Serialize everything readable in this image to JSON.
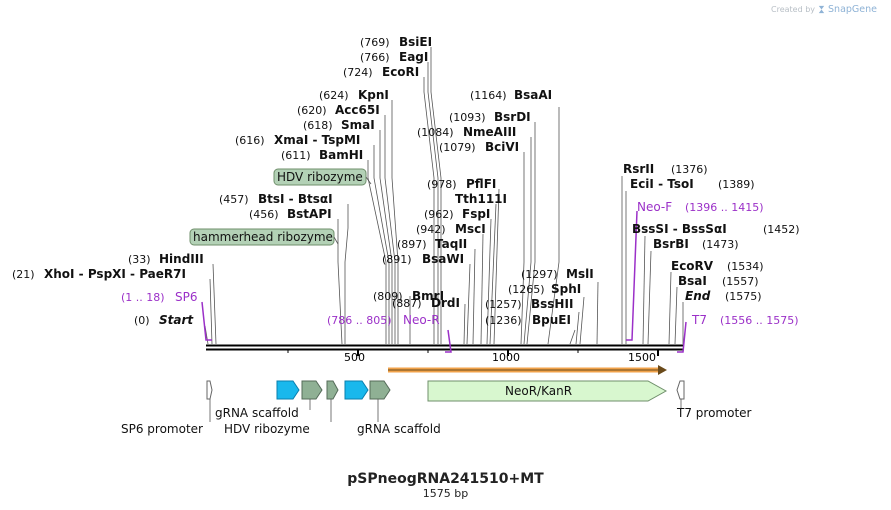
{
  "brand": {
    "prefix": "Created by",
    "name": "SnapGene"
  },
  "plasmid": {
    "name": "pSPneogRNA241510+MT",
    "length_label": "1575 bp"
  },
  "ruler": {
    "ticks": [
      {
        "value": 500,
        "label": "500"
      },
      {
        "value": 1000,
        "label": "1000"
      },
      {
        "value": 1500,
        "label": "1500"
      }
    ]
  },
  "sites": [
    {
      "pos": "(769)",
      "text": "BsiEI",
      "row": 0
    },
    {
      "pos": "(766)",
      "text": "EagI",
      "row": 1
    },
    {
      "pos": "(724)",
      "text": "EcoRI",
      "row": 2
    },
    {
      "pos": "(624)",
      "text": "KpnI",
      "row": 3
    },
    {
      "pos": "(620)",
      "text": "Acc65I",
      "row": 4
    },
    {
      "pos": "(618)",
      "text": "SmaI",
      "row": 5
    },
    {
      "pos": "(616)",
      "text": "XmaI   - TspMI",
      "row": 6
    },
    {
      "pos": "(611)",
      "text": "BamHI",
      "row": 7
    },
    {
      "pos": "(457)",
      "text": "BtsI  - BtsαI",
      "row": 9
    },
    {
      "pos": "(456)",
      "text": "BstAPI",
      "row": 10
    },
    {
      "pos": "(33)",
      "text": "HindIII",
      "row": 12
    },
    {
      "pos": "(21)",
      "text": "XhoI   - PspXI   - PaeR7I",
      "row": 13
    },
    {
      "pos": "(0)",
      "text": "Start",
      "row": 15,
      "italic": true
    },
    {
      "pos": "(809)",
      "text": "BmrI",
      "row": 15
    },
    {
      "pos": "(887)",
      "text": "DrdI",
      "row": 14
    },
    {
      "pos": "(891)",
      "text": "BsaWI",
      "row": 13
    },
    {
      "pos": "(897)",
      "text": "TaqII",
      "row": 12
    },
    {
      "pos": "(942)",
      "text": "MscI",
      "row": 11
    },
    {
      "pos": "(962)",
      "text": "FspI",
      "row": 10
    },
    {
      "pos": "",
      "text": "Tth111I",
      "row": 9
    },
    {
      "pos": "(978)",
      "text": "PflFI",
      "row": 8
    },
    {
      "pos": "(1079)",
      "text": "BciVI",
      "row": 6
    },
    {
      "pos": "(1084)",
      "text": "NmeAIII",
      "row": 5
    },
    {
      "pos": "(1093)",
      "text": "BsrDI",
      "row": 4
    },
    {
      "pos": "(1164)",
      "text": "BsaAI",
      "row": 3
    },
    {
      "pos": "(1236)",
      "text": "BpuEI",
      "row": 16
    },
    {
      "pos": "(1257)",
      "text": "BssHII",
      "row": 15
    },
    {
      "pos": "(1265)",
      "text": "SphI",
      "row": 14
    },
    {
      "pos": "(1297)",
      "text": "MslI",
      "row": 13
    },
    {
      "pos": "(1376)",
      "text": "RsrII",
      "row": 8
    },
    {
      "pos": "(1389)",
      "text": "EciI   - TsoI",
      "row": 9
    },
    {
      "pos": "(1452)",
      "text": "BssSI   - BssSαI",
      "row": 11
    },
    {
      "pos": "(1473)",
      "text": "BsrBI",
      "row": 12
    },
    {
      "pos": "(1534)",
      "text": "EcoRV",
      "row": 13
    },
    {
      "pos": "(1557)",
      "text": "BsaI",
      "row": 14
    },
    {
      "pos": "(1575)",
      "text": "End",
      "row": 15,
      "italic": true
    }
  ],
  "primer_labels": [
    {
      "name": "SP6",
      "range": "(1 .. 18)"
    },
    {
      "name": "Neo-R",
      "range": "(786 .. 805)"
    },
    {
      "name": "Neo-F",
      "range": "(1396 .. 1415)"
    },
    {
      "name": "T7",
      "range": "(1556 .. 1575)"
    }
  ],
  "above_features": [
    {
      "label": "HDV ribozyme"
    },
    {
      "label": "hammerhead ribozyme"
    }
  ],
  "features": [
    {
      "label": "SP6 promoter"
    },
    {
      "label": "gRNA scaffold"
    },
    {
      "label": "HDV ribozyme"
    },
    {
      "label": "gRNA scaffold"
    },
    {
      "label": "NeoR/KanR"
    },
    {
      "label": "T7 promoter"
    }
  ],
  "colors": {
    "primer": "#9b30c8",
    "feature_green": "#8fb094",
    "blue_arrow": "#19b8ec",
    "neo_fill": "#d8f7cf",
    "orf": "#f0a24a",
    "backbone": "#000000"
  }
}
